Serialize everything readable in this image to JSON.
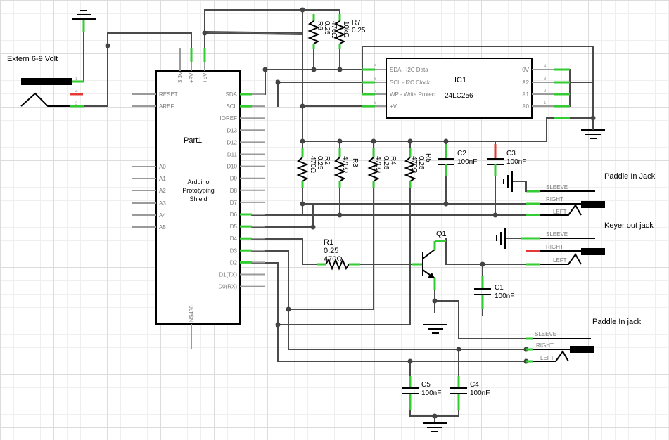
{
  "power": {
    "label": "Extern 6-9 Volt",
    "pins": [
      "1",
      "4",
      "3"
    ]
  },
  "arduino": {
    "name": "Part1",
    "title": [
      "Arduino",
      "Prototyping",
      "Shield"
    ],
    "top_pins": [
      "3.3V",
      "+9V",
      "+5V"
    ],
    "bottom_pin": "N$436",
    "left_pins": [
      "RESET",
      "AREF",
      "A0",
      "A1",
      "A2",
      "A3",
      "A4",
      "A5"
    ],
    "right_pins": [
      "SDA",
      "SCL",
      "IOREF",
      "D13",
      "D12",
      "D11",
      "D10",
      "D9",
      "D8",
      "D7",
      "D6",
      "D5",
      "D4",
      "D3",
      "D2",
      "D1(TX)",
      "D0(RX)"
    ]
  },
  "ic1": {
    "name": "IC1",
    "part": "24LC256",
    "left_pins": [
      "SDA - I2C Data",
      "SCL - I2C Clock",
      "WP - Write Protect",
      "+V"
    ],
    "left_nums": [
      "5",
      "6",
      "7",
      "8"
    ],
    "right_pins": [
      "0V",
      "A2",
      "A1",
      "A0"
    ],
    "right_nums": [
      "4",
      "3",
      "2",
      "1"
    ]
  },
  "resistors": {
    "R1": {
      "name": "R1",
      "power": "0.25",
      "value": "470Ω"
    },
    "R2": {
      "name": "R2",
      "power": "0.25",
      "value": "470Ω"
    },
    "R3": {
      "name": "R3",
      "power": "0.25",
      "value": "470Ω"
    },
    "R4": {
      "name": "R4",
      "power": "0.25",
      "value": "470Ω"
    },
    "R5": {
      "name": "R5",
      "power": "0.25",
      "value": "470Ω"
    },
    "R6": {
      "name": "R6",
      "power": "0.25",
      "value": "470Ω"
    },
    "R7": {
      "name": "R7",
      "power": "0.25",
      "value": "10kΩ"
    }
  },
  "capacitors": {
    "C1": {
      "name": "C1",
      "value": "100nF"
    },
    "C2": {
      "name": "C2",
      "value": "100nF"
    },
    "C3": {
      "name": "C3",
      "value": "100nF"
    },
    "C4": {
      "name": "C4",
      "value": "100nF"
    },
    "C5": {
      "name": "C5",
      "value": "100nF"
    }
  },
  "transistor": {
    "name": "Q1"
  },
  "jacks": [
    {
      "title": "Paddle In Jack",
      "sleeve": "SLEEVE",
      "right": "RIGHT",
      "left": "LEFT"
    },
    {
      "title": "Keyer out jack",
      "sleeve": "SLEEVE",
      "right": "RIGHT",
      "left": "LEFT"
    },
    {
      "title": "Paddle In jack",
      "sleeve": "SLEEVE",
      "right": "RIGHT",
      "left": "LEFT"
    }
  ],
  "colors": {
    "wire": "#4a4a4a",
    "connected_pin": "#33cc33",
    "unconnected_pin": "#e53935",
    "grid": "#dcdcdc"
  }
}
